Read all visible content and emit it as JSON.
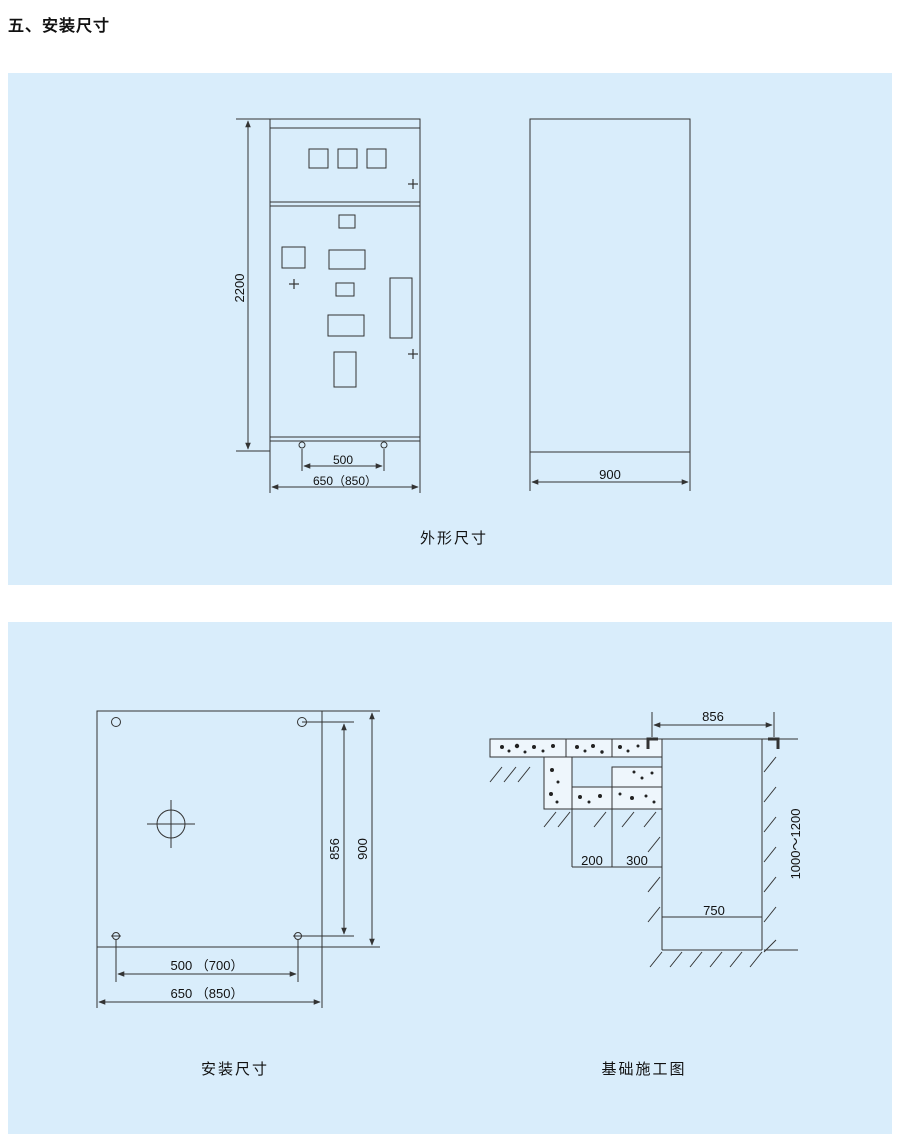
{
  "section_title": "五、安装尺寸",
  "panel_top": {
    "caption": "外形尺寸",
    "front_view": {
      "height_label": "2200",
      "hole_spacing_label": "500",
      "width_label": "650（850）"
    },
    "side_view": {
      "width_label": "900"
    }
  },
  "panel_bottom": {
    "plan_view": {
      "caption": "安装尺寸",
      "inner_depth_label": "856",
      "outer_depth_label": "900",
      "hole_spacing_label": "500 （700）",
      "width_label": "650 （850）"
    },
    "foundation_view": {
      "caption": "基础施工图",
      "top_width_label": "856",
      "depth_label": "1000～1200",
      "step_left_label": "200",
      "step_right_label": "300",
      "bottom_width_label": "750"
    }
  },
  "colors": {
    "panel_background": "#d9edfb",
    "line": "#333333"
  }
}
